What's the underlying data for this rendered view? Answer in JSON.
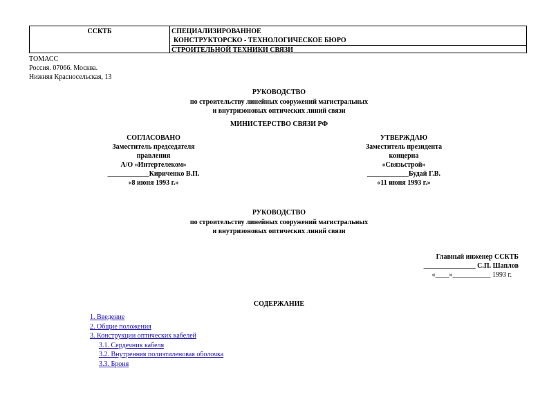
{
  "header": {
    "org_short": "ССКТБ",
    "org_full_line1": "СПЕЦИАЛИЗИРОВАННОЕ",
    "org_full_line2": "КОНСТРУКТОРСКО - ТЕХНОЛОГИЧЕСКОЕ БЮРО",
    "org_full_line3": "СТРОИТЕЛЬНОЙ ТЕХНИКИ СВЯЗИ"
  },
  "address": {
    "line1": "ТОМАСС",
    "line2": "Россия. 07066. Москва.",
    "line3": "Нижняя Красносельская, 13"
  },
  "title_block": {
    "title": "РУКОВОДСТВО",
    "subtitle1": "по строительству линейных сооружений магистральных",
    "subtitle2": "и внутризоновых оптических линий связи",
    "ministry": "МИНИСТЕРСТВО СВЯЗИ РФ"
  },
  "agreed": {
    "heading": "СОГЛАСОВАНО",
    "line1": "Заместитель председателя",
    "line2": "правления",
    "line3": "А/О «Интертелеком»",
    "signer": "____________Кириченко В.П.",
    "date": "«8 июня 1993 г.»"
  },
  "approved": {
    "heading": "УТВЕРЖДАЮ",
    "line1": "Заместитель президента",
    "line2": "концерна",
    "line3": "«Связьстрой»",
    "signer": "____________Будай Г.В.",
    "date": "«11 июня 1993 г.»"
  },
  "title_block2": {
    "title": "РУКОВОДСТВО",
    "subtitle1": "по строительству линейных сооружений магистральных",
    "subtitle2": "и внутризоновых оптических линий связи"
  },
  "chief_engineer": {
    "position": "Главный инженер ССКТБ",
    "signer": "_______________ С.П. Шаплов",
    "date": "«____»___________ 1993 г."
  },
  "contents": {
    "heading": "СОДЕРЖАНИЕ",
    "items": [
      {
        "label": "1. Введение",
        "level": 1
      },
      {
        "label": "2. Общие положения",
        "level": 1
      },
      {
        "label": "3. Конструкции оптических кабелей",
        "level": 1
      },
      {
        "label": "3.1. Сердечник кабеля",
        "level": 2
      },
      {
        "label": "3.2. Внутренняя полиэтиленовая оболочка",
        "level": 2
      },
      {
        "label": "3.3. Броня",
        "level": 2
      }
    ]
  }
}
